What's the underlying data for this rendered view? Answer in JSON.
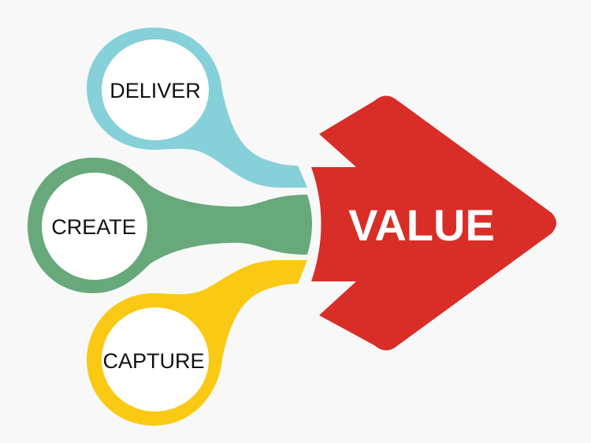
{
  "diagram": {
    "center_label": "VALUE",
    "nodes": [
      {
        "label": "DELIVER",
        "color": "#86d0da"
      },
      {
        "label": "CREATE",
        "color": "#67a97b"
      },
      {
        "label": "CAPTURE",
        "color": "#f9c914"
      }
    ],
    "arrow_color": "#d92d27"
  }
}
